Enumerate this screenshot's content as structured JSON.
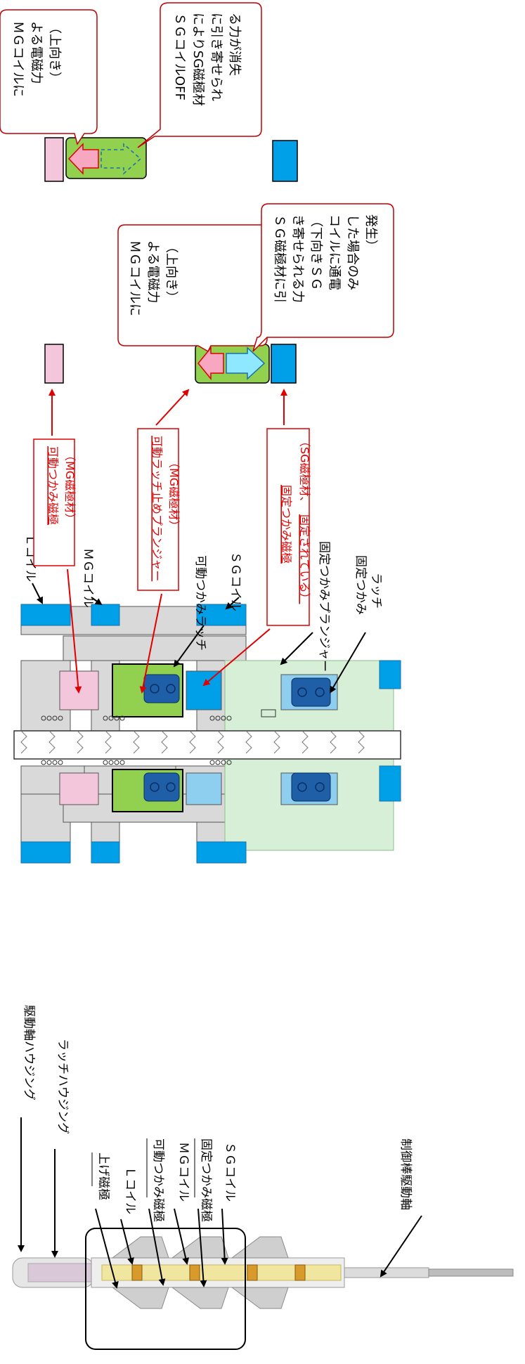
{
  "left_labels": {
    "drive_shaft_housing": "駆動軸ハウジング",
    "latch_housing": "ラッチハウジング",
    "lift_pole": "上げ磁極",
    "l_coil": "Ｌコイル",
    "movable_grip_pole": "可動つかみ磁極",
    "mg_coil": "ＭＧコイル",
    "stationary_grip_pole": "固定つかみ磁極",
    "sg_coil": "ＳＧコイル",
    "control_rod_drive_shaft": "制御棒駆動軸"
  },
  "center_labels": {
    "l_coil": "Ｌコイル",
    "mg_coil": "ＭＧコイル",
    "movable_latch": "可動つかみラッチ",
    "sg_coil": "ＳＧコイル",
    "stationary_plunger": "固定つかみプランジャー",
    "stationary_latch": "固定つかみラッチ"
  },
  "red_boxes": {
    "mg_pole_line1": "可動つかみ磁極",
    "mg_pole_line2": "（MG磁極材）",
    "latch_plunger_line1": "可動ラッチ止めプランジャー",
    "latch_plunger_line2": "（MG磁極材）",
    "sg_pole_line1": "固定つかみ磁極",
    "sg_pole_line2a": "（SG磁極材、",
    "sg_pole_line2b": "固定されている）"
  },
  "callouts": {
    "mg_force_mid": [
      "ＭＧコイルに",
      "よる電磁力",
      "（上向き）"
    ],
    "sg_force": [
      "ＳＧ磁極材に引",
      "き寄せられる力",
      "（下向きＳＧ",
      "コイルに通電",
      "した場合のみ",
      "発生）"
    ],
    "mg_force_top": [
      "ＭＧコイルに",
      "よる電磁力",
      "（上向き）"
    ],
    "sg_off": [
      "ＳＧコイルOFF",
      "によりSG磁極材",
      "に引き寄せられ",
      "る力が消失"
    ]
  },
  "colors": {
    "coil_blue": "#00a0e9",
    "mg_pink": "#f4c6dc",
    "plunger_green": "#92d050",
    "sg_light_blue": "#8ecff0",
    "stationary_green": "#d6efd6",
    "latch_dark_blue": "#1f5fa8",
    "housing_gray": "#d9d9d9",
    "callout_red": "#e00000"
  }
}
